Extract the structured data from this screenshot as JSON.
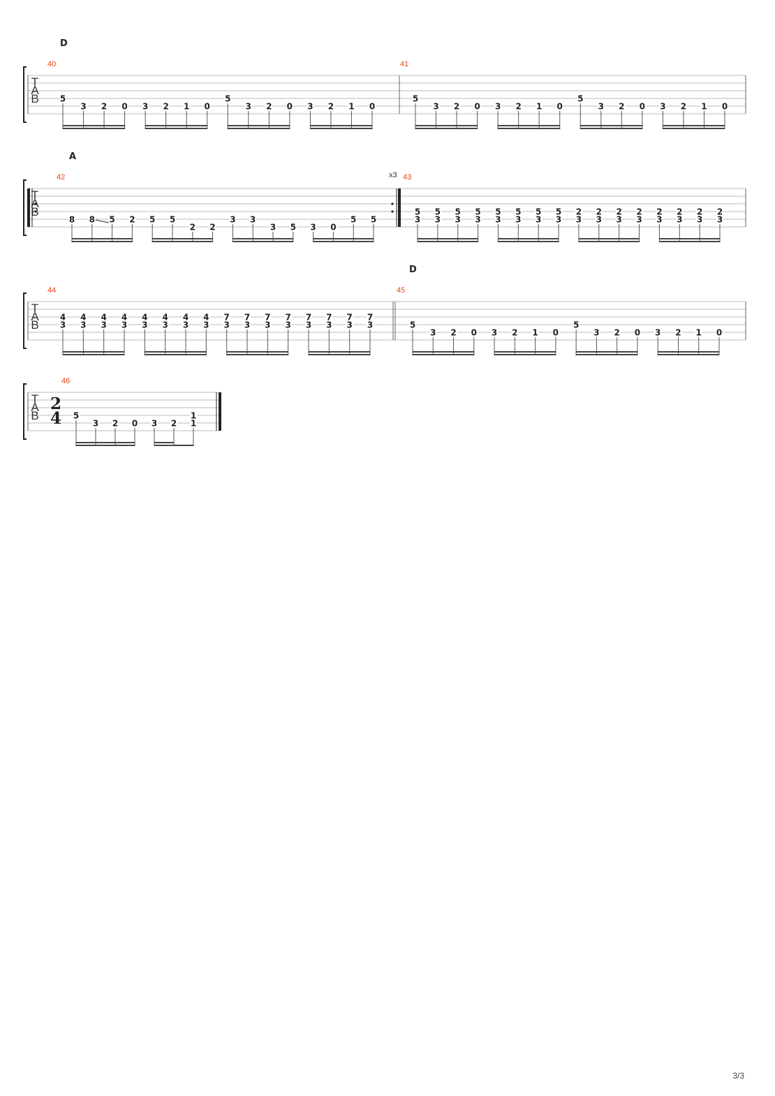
{
  "page": {
    "number": "3/3"
  },
  "colors": {
    "bar_number": "#ee4411",
    "ink": "#222222",
    "staff_line": "#bbbbbb"
  },
  "tab_clef": [
    "T",
    "A",
    "B"
  ],
  "systems": [
    {
      "measures": [
        {
          "number": "40",
          "section": "D",
          "beats": [
            {
              "s": 4,
              "f": "5"
            },
            {
              "s": 5,
              "f": "3"
            },
            {
              "s": 5,
              "f": "2"
            },
            {
              "s": 5,
              "f": "0"
            },
            {
              "s": 5,
              "f": "3"
            },
            {
              "s": 5,
              "f": "2"
            },
            {
              "s": 5,
              "f": "1"
            },
            {
              "s": 5,
              "f": "0"
            },
            {
              "s": 4,
              "f": "5"
            },
            {
              "s": 5,
              "f": "3"
            },
            {
              "s": 5,
              "f": "2"
            },
            {
              "s": 5,
              "f": "0"
            },
            {
              "s": 5,
              "f": "3"
            },
            {
              "s": 5,
              "f": "2"
            },
            {
              "s": 5,
              "f": "1"
            },
            {
              "s": 5,
              "f": "0"
            }
          ]
        },
        {
          "number": "41",
          "beats": [
            {
              "s": 4,
              "f": "5"
            },
            {
              "s": 5,
              "f": "3"
            },
            {
              "s": 5,
              "f": "2"
            },
            {
              "s": 5,
              "f": "0"
            },
            {
              "s": 5,
              "f": "3"
            },
            {
              "s": 5,
              "f": "2"
            },
            {
              "s": 5,
              "f": "1"
            },
            {
              "s": 5,
              "f": "0"
            },
            {
              "s": 4,
              "f": "5"
            },
            {
              "s": 5,
              "f": "3"
            },
            {
              "s": 5,
              "f": "2"
            },
            {
              "s": 5,
              "f": "0"
            },
            {
              "s": 5,
              "f": "3"
            },
            {
              "s": 5,
              "f": "2"
            },
            {
              "s": 5,
              "f": "1"
            },
            {
              "s": 5,
              "f": "0"
            }
          ]
        }
      ]
    },
    {
      "measures": [
        {
          "number": "42",
          "section": "A",
          "repeat_start": true,
          "repeat_end": true,
          "repeat_count": "x3",
          "slide_from_beat": 1,
          "beats": [
            {
              "s": 5,
              "f": "8"
            },
            {
              "s": 5,
              "f": "8"
            },
            {
              "s": 5,
              "f": "5"
            },
            {
              "s": 5,
              "f": "2"
            },
            {
              "s": 5,
              "f": "5"
            },
            {
              "s": 5,
              "f": "5"
            },
            {
              "s": 6,
              "f": "2"
            },
            {
              "s": 6,
              "f": "2"
            },
            {
              "s": 5,
              "f": "3"
            },
            {
              "s": 5,
              "f": "3"
            },
            {
              "s": 6,
              "f": "3"
            },
            {
              "s": 6,
              "f": "5"
            },
            {
              "s": 6,
              "f": "3"
            },
            {
              "s": 6,
              "f": "0"
            },
            {
              "s": 5,
              "f": "5"
            },
            {
              "s": 5,
              "f": "5"
            }
          ]
        },
        {
          "number": "43",
          "beats": [
            {
              "c": [
                {
                  "s": 4,
                  "f": "5"
                },
                {
                  "s": 5,
                  "f": "3"
                }
              ]
            },
            {
              "c": [
                {
                  "s": 4,
                  "f": "5"
                },
                {
                  "s": 5,
                  "f": "3"
                }
              ]
            },
            {
              "c": [
                {
                  "s": 4,
                  "f": "5"
                },
                {
                  "s": 5,
                  "f": "3"
                }
              ]
            },
            {
              "c": [
                {
                  "s": 4,
                  "f": "5"
                },
                {
                  "s": 5,
                  "f": "3"
                }
              ]
            },
            {
              "c": [
                {
                  "s": 4,
                  "f": "5"
                },
                {
                  "s": 5,
                  "f": "3"
                }
              ]
            },
            {
              "c": [
                {
                  "s": 4,
                  "f": "5"
                },
                {
                  "s": 5,
                  "f": "3"
                }
              ]
            },
            {
              "c": [
                {
                  "s": 4,
                  "f": "5"
                },
                {
                  "s": 5,
                  "f": "3"
                }
              ]
            },
            {
              "c": [
                {
                  "s": 4,
                  "f": "5"
                },
                {
                  "s": 5,
                  "f": "3"
                }
              ]
            },
            {
              "c": [
                {
                  "s": 4,
                  "f": "2"
                },
                {
                  "s": 5,
                  "f": "3"
                }
              ]
            },
            {
              "c": [
                {
                  "s": 4,
                  "f": "2"
                },
                {
                  "s": 5,
                  "f": "3"
                }
              ]
            },
            {
              "c": [
                {
                  "s": 4,
                  "f": "2"
                },
                {
                  "s": 5,
                  "f": "3"
                }
              ]
            },
            {
              "c": [
                {
                  "s": 4,
                  "f": "2"
                },
                {
                  "s": 5,
                  "f": "3"
                }
              ]
            },
            {
              "c": [
                {
                  "s": 4,
                  "f": "2"
                },
                {
                  "s": 5,
                  "f": "3"
                }
              ]
            },
            {
              "c": [
                {
                  "s": 4,
                  "f": "2"
                },
                {
                  "s": 5,
                  "f": "3"
                }
              ]
            },
            {
              "c": [
                {
                  "s": 4,
                  "f": "2"
                },
                {
                  "s": 5,
                  "f": "3"
                }
              ]
            },
            {
              "c": [
                {
                  "s": 4,
                  "f": "2"
                },
                {
                  "s": 5,
                  "f": "3"
                }
              ]
            }
          ]
        }
      ]
    },
    {
      "measures": [
        {
          "number": "44",
          "double_bar_end": true,
          "beats": [
            {
              "c": [
                {
                  "s": 3,
                  "f": "4"
                },
                {
                  "s": 4,
                  "f": "3"
                }
              ]
            },
            {
              "c": [
                {
                  "s": 3,
                  "f": "4"
                },
                {
                  "s": 4,
                  "f": "3"
                }
              ]
            },
            {
              "c": [
                {
                  "s": 3,
                  "f": "4"
                },
                {
                  "s": 4,
                  "f": "3"
                }
              ]
            },
            {
              "c": [
                {
                  "s": 3,
                  "f": "4"
                },
                {
                  "s": 4,
                  "f": "3"
                }
              ]
            },
            {
              "c": [
                {
                  "s": 3,
                  "f": "4"
                },
                {
                  "s": 4,
                  "f": "3"
                }
              ]
            },
            {
              "c": [
                {
                  "s": 3,
                  "f": "4"
                },
                {
                  "s": 4,
                  "f": "3"
                }
              ]
            },
            {
              "c": [
                {
                  "s": 3,
                  "f": "4"
                },
                {
                  "s": 4,
                  "f": "3"
                }
              ]
            },
            {
              "c": [
                {
                  "s": 3,
                  "f": "4"
                },
                {
                  "s": 4,
                  "f": "3"
                }
              ]
            },
            {
              "c": [
                {
                  "s": 3,
                  "f": "7"
                },
                {
                  "s": 4,
                  "f": "3"
                }
              ]
            },
            {
              "c": [
                {
                  "s": 3,
                  "f": "7"
                },
                {
                  "s": 4,
                  "f": "3"
                }
              ]
            },
            {
              "c": [
                {
                  "s": 3,
                  "f": "7"
                },
                {
                  "s": 4,
                  "f": "3"
                }
              ]
            },
            {
              "c": [
                {
                  "s": 3,
                  "f": "7"
                },
                {
                  "s": 4,
                  "f": "3"
                }
              ]
            },
            {
              "c": [
                {
                  "s": 3,
                  "f": "7"
                },
                {
                  "s": 4,
                  "f": "3"
                }
              ]
            },
            {
              "c": [
                {
                  "s": 3,
                  "f": "7"
                },
                {
                  "s": 4,
                  "f": "3"
                }
              ]
            },
            {
              "c": [
                {
                  "s": 3,
                  "f": "7"
                },
                {
                  "s": 4,
                  "f": "3"
                }
              ]
            },
            {
              "c": [
                {
                  "s": 3,
                  "f": "7"
                },
                {
                  "s": 4,
                  "f": "3"
                }
              ]
            }
          ]
        },
        {
          "number": "45",
          "section": "D",
          "beats": [
            {
              "s": 4,
              "f": "5"
            },
            {
              "s": 5,
              "f": "3"
            },
            {
              "s": 5,
              "f": "2"
            },
            {
              "s": 5,
              "f": "0"
            },
            {
              "s": 5,
              "f": "3"
            },
            {
              "s": 5,
              "f": "2"
            },
            {
              "s": 5,
              "f": "1"
            },
            {
              "s": 5,
              "f": "0"
            },
            {
              "s": 4,
              "f": "5"
            },
            {
              "s": 5,
              "f": "3"
            },
            {
              "s": 5,
              "f": "2"
            },
            {
              "s": 5,
              "f": "0"
            },
            {
              "s": 5,
              "f": "3"
            },
            {
              "s": 5,
              "f": "2"
            },
            {
              "s": 5,
              "f": "1"
            },
            {
              "s": 5,
              "f": "0"
            }
          ]
        }
      ]
    },
    {
      "measures": [
        {
          "number": "46",
          "time_signature": [
            "2",
            "4"
          ],
          "final_bar": true,
          "beats": [
            {
              "s": 4,
              "f": "5"
            },
            {
              "s": 5,
              "f": "3"
            },
            {
              "s": 5,
              "f": "2"
            },
            {
              "s": 5,
              "f": "0"
            },
            {
              "s": 5,
              "f": "3"
            },
            {
              "s": 5,
              "f": "2"
            },
            {
              "c": [
                {
                  "s": 4,
                  "f": "1"
                },
                {
                  "s": 5,
                  "f": "1"
                }
              ]
            }
          ]
        }
      ]
    }
  ]
}
